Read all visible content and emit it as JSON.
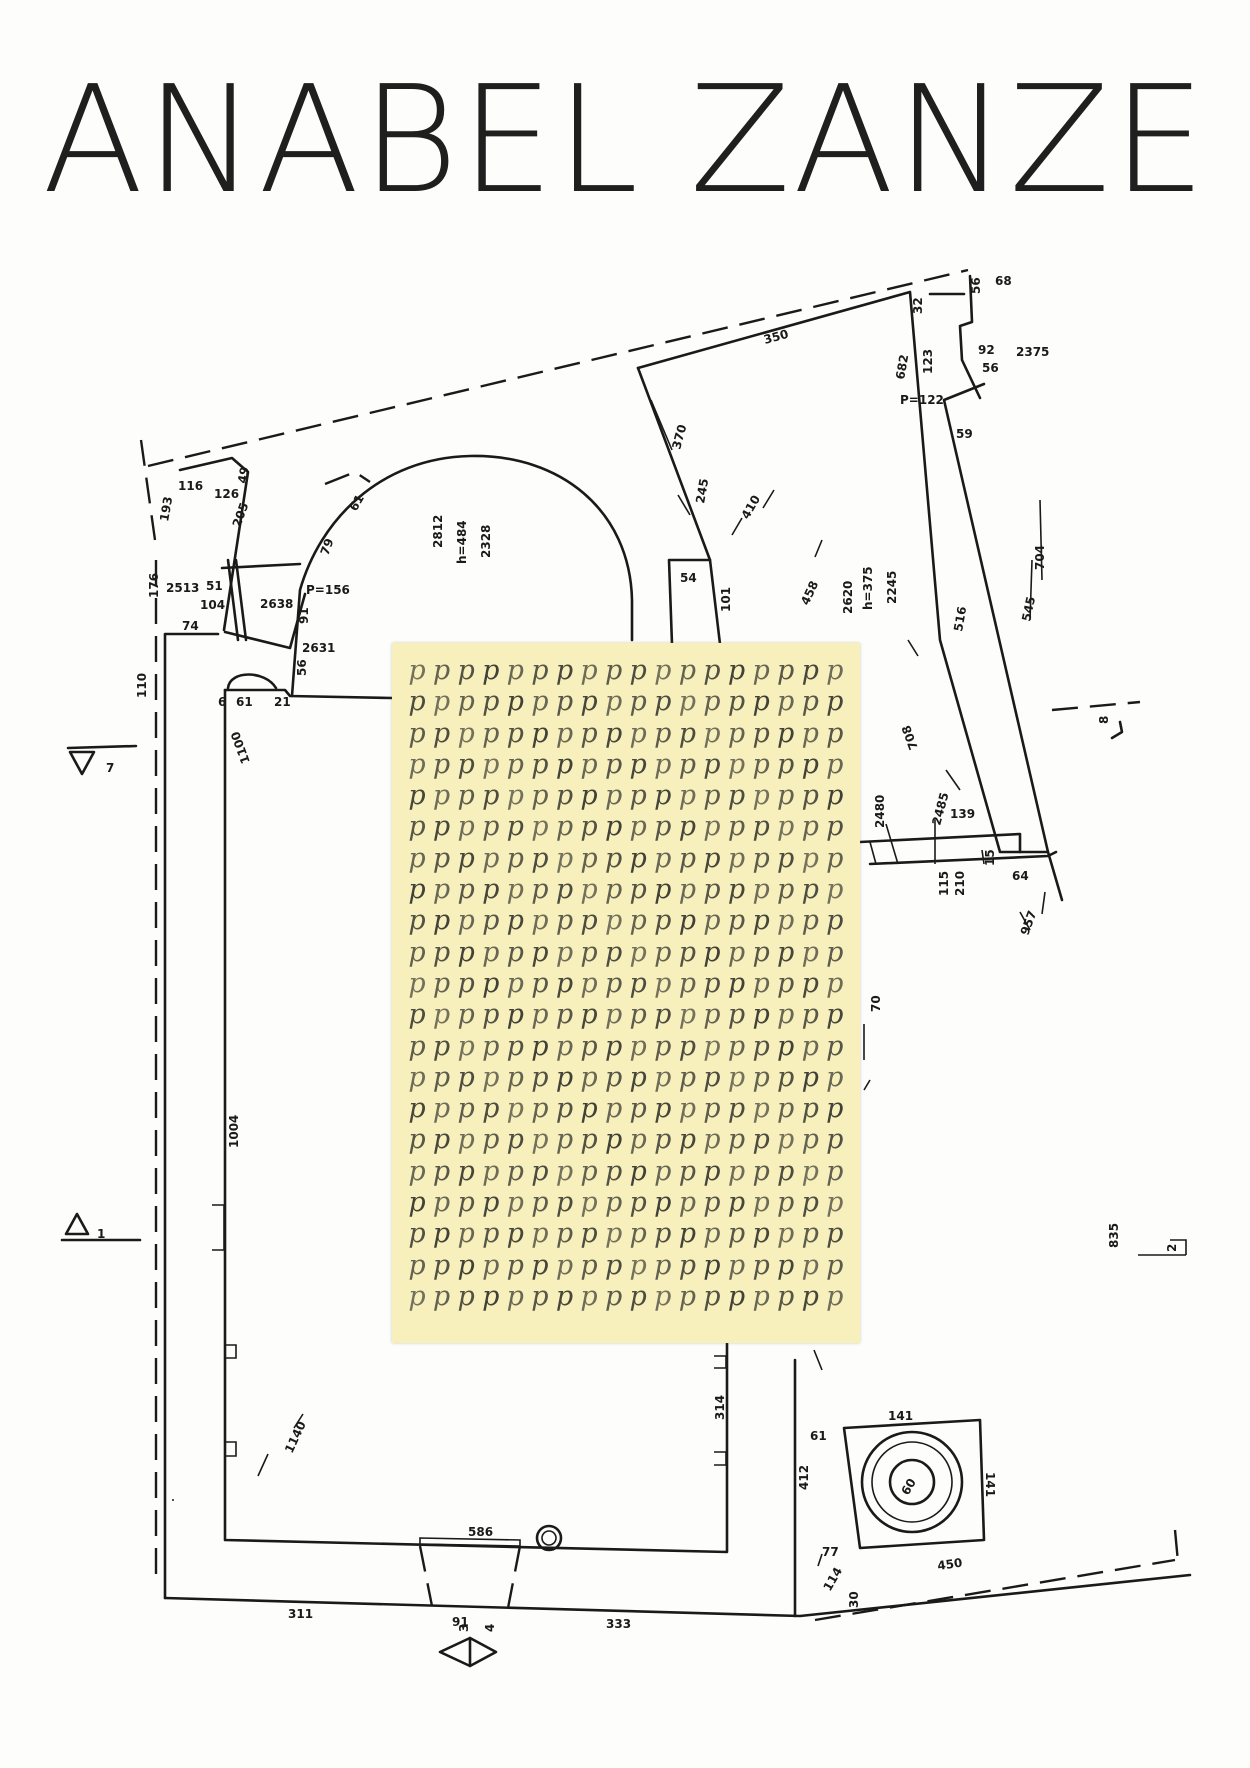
{
  "cover": {
    "title": "ANABEL ZANZE"
  },
  "artwork": {
    "glyph": "p",
    "rows": 21,
    "cols": 18,
    "paper_color": "#f7f0bc",
    "ink_color": "#3c3c34"
  },
  "plan_labels": {
    "l350": "350",
    "l56a": "56",
    "l68": "68",
    "l32": "32",
    "l682": "682",
    "l123": "123",
    "lP122": "P=122",
    "l92": "92",
    "l56b": "56",
    "l2375": "2375",
    "l59": "59",
    "l370": "370",
    "l245": "245",
    "l410": "410",
    "l704": "704",
    "l545": "545",
    "l516": "516",
    "l458": "458",
    "l2620": "2620",
    "lh375": "h=375",
    "l2245": "2245",
    "l54": "54",
    "l101": "101",
    "l2812": "2812",
    "lh484": "h=484",
    "l2328": "2328",
    "l61a": "61",
    "l79": "79",
    "lP156": "P=156",
    "l116": "116",
    "l126": "126",
    "l49": "49",
    "l205": "205",
    "l193": "193",
    "l176": "176",
    "l2513": "2513",
    "l51": "51",
    "l104": "104",
    "l2638": "2638",
    "l91a": "91",
    "l74": "74",
    "l2631": "2631",
    "l56c": "56",
    "l110": "110",
    "l6": "6",
    "l61b": "61",
    "l21": "21",
    "l1100": "1100",
    "l708": "708",
    "l2480": "2480",
    "l2485": "2485",
    "l139": "139",
    "l115": "115",
    "l210": "210",
    "l15": "15",
    "l64": "64",
    "l957": "957",
    "l70": "70",
    "l1004": "1004",
    "l835": "835",
    "l1140": "1140",
    "l314": "314",
    "l586": "586",
    "l61c": "61",
    "l412": "412",
    "l141a": "141",
    "l141b": "141",
    "l60": "60",
    "l77": "77",
    "l114": "114",
    "l450": "450",
    "l30": "30",
    "l311": "311",
    "l91b": "91",
    "l333": "333",
    "m7": "7",
    "m1": "1",
    "m3": "3",
    "m4": "4",
    "m2": "2",
    "m8": "8"
  }
}
